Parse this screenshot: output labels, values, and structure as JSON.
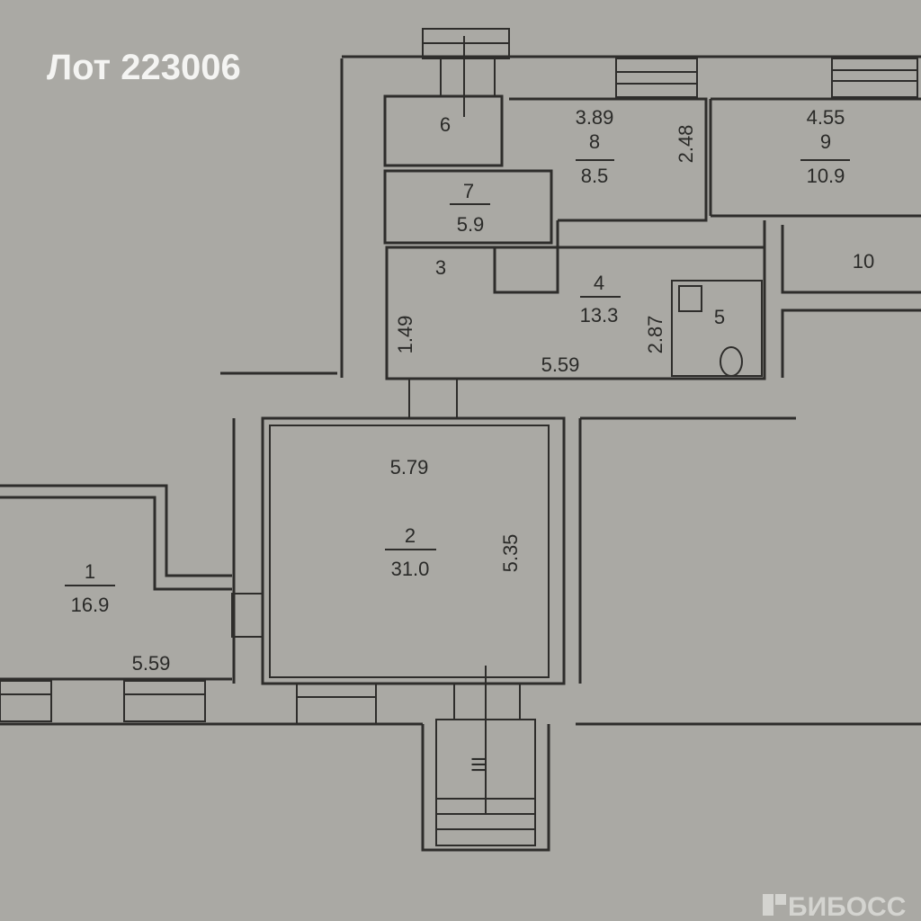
{
  "title": "Лот 223006",
  "watermark": "БИБОСС",
  "entrance_mark": "III",
  "rooms": [
    {
      "number": "1",
      "area": "16.9",
      "width": "5.59"
    },
    {
      "number": "2",
      "area": "31.0",
      "width": "5.79",
      "depth": "5.35"
    },
    {
      "number": "3",
      "depth": "1.49"
    },
    {
      "number": "4",
      "area": "13.3",
      "width": "5.59",
      "depth": "2.87"
    },
    {
      "number": "5"
    },
    {
      "number": "6"
    },
    {
      "number": "7",
      "area": "5.9"
    },
    {
      "number": "8",
      "area": "8.5",
      "width": "3.89",
      "depth": "2.48"
    },
    {
      "number": "9",
      "area": "10.9",
      "width": "4.55"
    },
    {
      "number": "10"
    }
  ]
}
